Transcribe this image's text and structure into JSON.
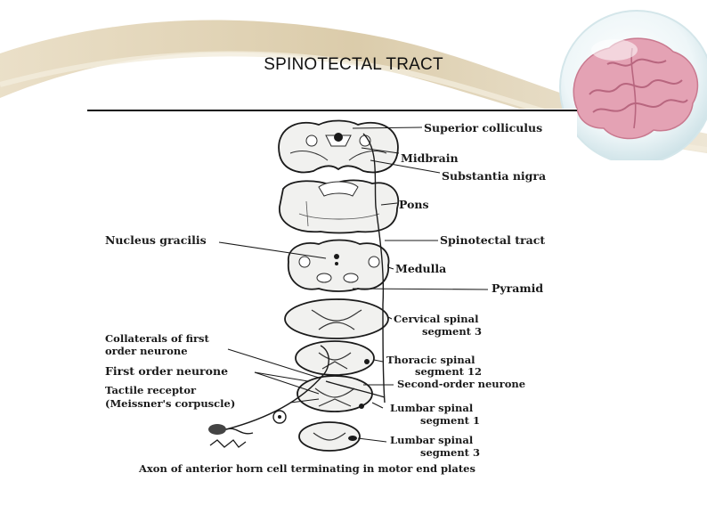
{
  "slide": {
    "title": "SPINOTECTAL TRACT"
  },
  "diagram": {
    "labels": {
      "superior_colliculus": "Superior colliculus",
      "midbrain": "Midbrain",
      "substantia_nigra": "Substantia nigra",
      "pons": "Pons",
      "nucleus_gracilis": "Nucleus gracilis",
      "spinotectal_tract": "Spinotectal tract",
      "medulla": "Medulla",
      "pyramid": "Pyramid",
      "cervical_line1": "Cervical spinal",
      "cervical_line2": "segment 3",
      "collaterals_line1": "Collaterals of first",
      "collaterals_line2": "order neurone",
      "thoracic_line1": "Thoracic spinal",
      "thoracic_line2": "segment 12",
      "first_order": "First order neurone",
      "second_order": "Second-order neurone",
      "tactile_line1": "Tactile receptor",
      "tactile_line2": "(Meissner's corpuscle)",
      "lumbar1_line1": "Lumbar spinal",
      "lumbar1_line2": "segment 1",
      "lumbar3_line1": "Lumbar spinal",
      "lumbar3_line2": "segment 3",
      "axon_caption": "Axon of anterior horn cell terminating in motor end plates"
    }
  },
  "colors": {
    "swoosh": "#d9c9a6",
    "brain": "#e4a2b4",
    "globe": "#e8f2f4",
    "rule": "#111111"
  },
  "icons": {
    "brain": "brain-globe-icon"
  }
}
